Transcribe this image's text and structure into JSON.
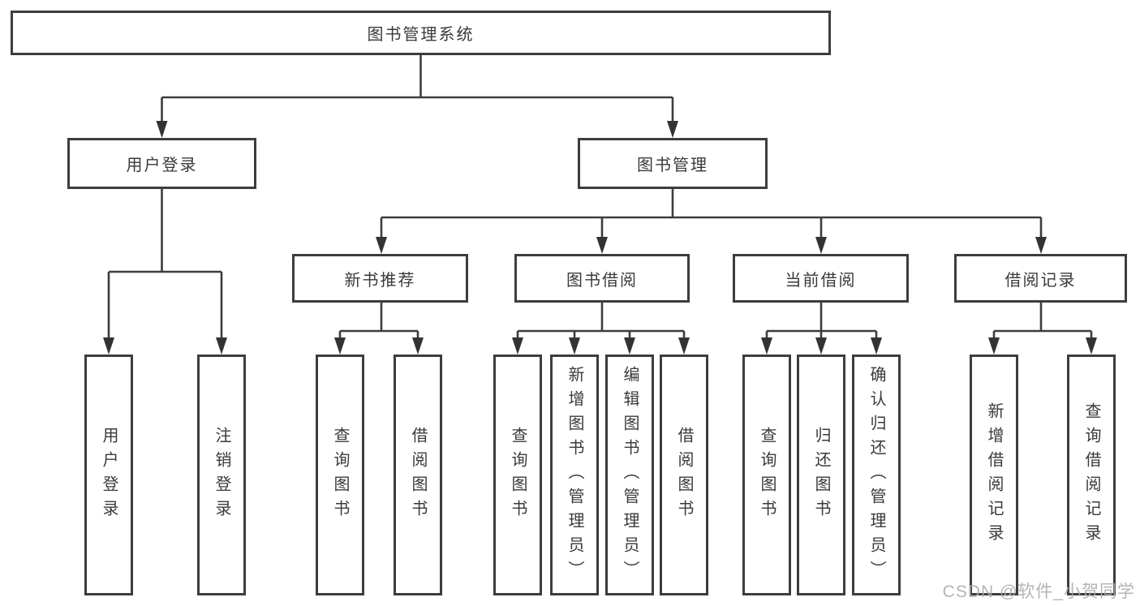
{
  "tree": {
    "root": {
      "label": "图书管理系统",
      "children": [
        {
          "label": "用户登录",
          "children": [
            {
              "label": "用户登录"
            },
            {
              "label": "注销登录"
            }
          ]
        },
        {
          "label": "图书管理",
          "children": [
            {
              "label": "新书推荐",
              "children": [
                {
                  "label": "查询图书"
                },
                {
                  "label": "借阅图书"
                }
              ]
            },
            {
              "label": "图书借阅",
              "children": [
                {
                  "label": "查询图书"
                },
                {
                  "label": "新增图书（管理员）"
                },
                {
                  "label": "编辑图书（管理员）"
                },
                {
                  "label": "借阅图书"
                }
              ]
            },
            {
              "label": "当前借阅",
              "children": [
                {
                  "label": "查询图书"
                },
                {
                  "label": "归还图书"
                },
                {
                  "label": "确认归还（管理员）"
                }
              ]
            },
            {
              "label": "借阅记录",
              "children": [
                {
                  "label": "新增借阅记录"
                },
                {
                  "label": "查询借阅记录"
                }
              ]
            }
          ]
        }
      ]
    }
  },
  "watermark": {
    "text": "CSDN @软件_小贺同学"
  },
  "colors": {
    "line": "#3d3d3d",
    "box_border": "#3d3d3d",
    "box_fill": "#ffffff",
    "text": "#3a3a3a",
    "watermark": "#acacac",
    "background": "#ffffff"
  }
}
